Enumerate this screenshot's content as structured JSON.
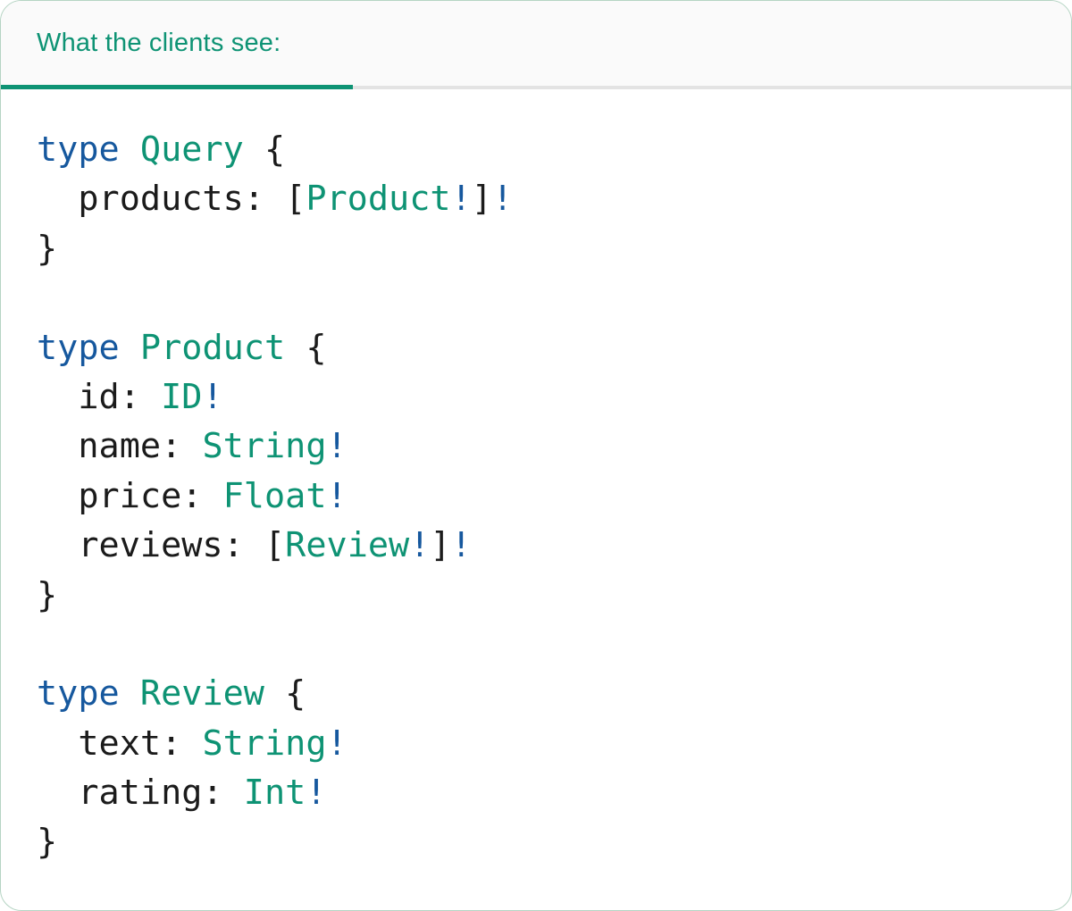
{
  "panel": {
    "tab": {
      "label": "What the clients see:"
    }
  },
  "code": {
    "language": "graphql",
    "lines": [
      [
        {
          "c": "kw",
          "t": "type"
        },
        {
          "c": "pl",
          "t": " "
        },
        {
          "c": "ty",
          "t": "Query"
        },
        {
          "c": "pl",
          "t": " {"
        }
      ],
      [
        {
          "c": "pl",
          "t": "  products: ["
        },
        {
          "c": "ty",
          "t": "Product"
        },
        {
          "c": "bang",
          "t": "!"
        },
        {
          "c": "pl",
          "t": "]"
        },
        {
          "c": "bang",
          "t": "!"
        }
      ],
      [
        {
          "c": "pl",
          "t": "}"
        }
      ],
      [],
      [
        {
          "c": "kw",
          "t": "type"
        },
        {
          "c": "pl",
          "t": " "
        },
        {
          "c": "ty",
          "t": "Product"
        },
        {
          "c": "pl",
          "t": " {"
        }
      ],
      [
        {
          "c": "pl",
          "t": "  id: "
        },
        {
          "c": "ty",
          "t": "ID"
        },
        {
          "c": "bang",
          "t": "!"
        }
      ],
      [
        {
          "c": "pl",
          "t": "  name: "
        },
        {
          "c": "ty",
          "t": "String"
        },
        {
          "c": "bang",
          "t": "!"
        }
      ],
      [
        {
          "c": "pl",
          "t": "  price: "
        },
        {
          "c": "ty",
          "t": "Float"
        },
        {
          "c": "bang",
          "t": "!"
        }
      ],
      [
        {
          "c": "pl",
          "t": "  reviews: ["
        },
        {
          "c": "ty",
          "t": "Review"
        },
        {
          "c": "bang",
          "t": "!"
        },
        {
          "c": "pl",
          "t": "]"
        },
        {
          "c": "bang",
          "t": "!"
        }
      ],
      [
        {
          "c": "pl",
          "t": "}"
        }
      ],
      [],
      [
        {
          "c": "kw",
          "t": "type"
        },
        {
          "c": "pl",
          "t": " "
        },
        {
          "c": "ty",
          "t": "Review"
        },
        {
          "c": "pl",
          "t": " {"
        }
      ],
      [
        {
          "c": "pl",
          "t": "  text: "
        },
        {
          "c": "ty",
          "t": "String"
        },
        {
          "c": "bang",
          "t": "!"
        }
      ],
      [
        {
          "c": "pl",
          "t": "  rating: "
        },
        {
          "c": "ty",
          "t": "Int"
        },
        {
          "c": "bang",
          "t": "!"
        }
      ],
      [
        {
          "c": "pl",
          "t": "}"
        }
      ]
    ]
  },
  "colors": {
    "accent_green": "#0e9374",
    "keyword_blue": "#16589e",
    "text_dark": "#1b1b1b",
    "tab_strip_bg": "#fafafa",
    "divider_gray": "#e3e3e3",
    "card_border": "#b5d4c3",
    "card_bg": "#ffffff"
  }
}
